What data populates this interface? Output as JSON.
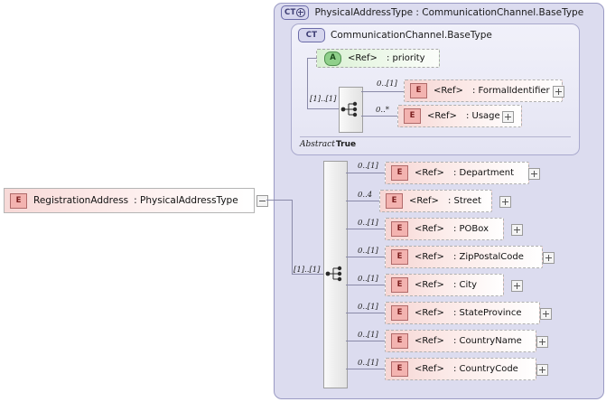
{
  "diagram": {
    "kind": "xsd-schema-diagram",
    "root_element": {
      "badge": "E",
      "ref": "RegistrationAddress",
      "separator": ":",
      "type": "PhysicalAddressType",
      "expander": "minus"
    },
    "outer_type": {
      "badge": "CT",
      "badge_modifier": "plus-circle",
      "name": "PhysicalAddressType",
      "separator": ":",
      "base": "CommunicationChannel.BaseType",
      "title": "PhysicalAddressType : CommunicationChannel.BaseType"
    },
    "inner_type": {
      "badge": "CT",
      "name": "CommunicationChannel.BaseType",
      "abstract_label": "Abstract",
      "abstract_value": "True"
    },
    "inner_attribute": {
      "badge": "A",
      "ref": "<Ref>",
      "separator": ":",
      "name": "priority"
    },
    "inner_sequence": {
      "cardinality": "[1]..[1]",
      "icon": "sequence-icon"
    },
    "inner_particles": [
      {
        "badge": "E",
        "ref": "<Ref>",
        "separator": ":",
        "name": "FormalIdentifier",
        "cardinality": "0..[1]",
        "expander": "plus"
      },
      {
        "badge": "E",
        "ref": "<Ref>",
        "separator": ":",
        "name": "Usage",
        "cardinality": "0..*",
        "expander": "plus"
      }
    ],
    "outer_sequence": {
      "cardinality": "[1]..[1]",
      "icon": "sequence-icon"
    },
    "outer_particles": [
      {
        "badge": "E",
        "ref": "<Ref>",
        "separator": ":",
        "name": "Department",
        "cardinality": "0..[1]",
        "expander": "plus"
      },
      {
        "badge": "E",
        "ref": "<Ref>",
        "separator": ":",
        "name": "Street",
        "cardinality": "0..4",
        "expander": "plus"
      },
      {
        "badge": "E",
        "ref": "<Ref>",
        "separator": ":",
        "name": "POBox",
        "cardinality": "0..[1]",
        "expander": "plus"
      },
      {
        "badge": "E",
        "ref": "<Ref>",
        "separator": ":",
        "name": "ZipPostalCode",
        "cardinality": "0..[1]",
        "expander": "plus"
      },
      {
        "badge": "E",
        "ref": "<Ref>",
        "separator": ":",
        "name": "City",
        "cardinality": "0..[1]",
        "expander": "plus"
      },
      {
        "badge": "E",
        "ref": "<Ref>",
        "separator": ":",
        "name": "StateProvince",
        "cardinality": "0..[1]",
        "expander": "plus"
      },
      {
        "badge": "E",
        "ref": "<Ref>",
        "separator": ":",
        "name": "CountryName",
        "cardinality": "0..[1]",
        "expander": "plus"
      },
      {
        "badge": "E",
        "ref": "<Ref>",
        "separator": ":",
        "name": "CountryCode",
        "cardinality": "0..[1]",
        "expander": "plus"
      }
    ],
    "colors": {
      "element_fill": "#f6d6d4",
      "attribute_fill": "#d8f0d2",
      "container_fill": "#dcdcef",
      "inner_container_fill": "#e9e9f6",
      "connector": "#8a8aa8"
    }
  }
}
